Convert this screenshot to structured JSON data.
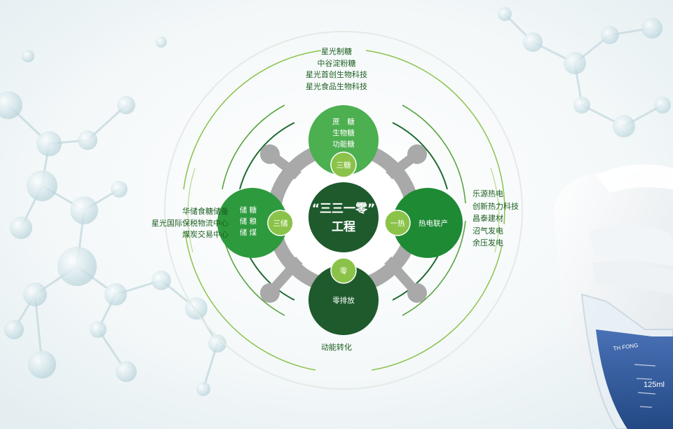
{
  "center": {
    "line1": "“三三一零”",
    "line2": "工程"
  },
  "nodes": {
    "sugar": {
      "items": [
        "蔗　糖",
        "生物糖",
        "功能糖"
      ],
      "tag": "三糖"
    },
    "storage": {
      "items": [
        "储 糖",
        "储 粮",
        "储 煤"
      ],
      "tag": "三储"
    },
    "heat": {
      "tag": "一热",
      "label": "热电联产"
    },
    "zero": {
      "tag": "零",
      "label": "零排放"
    }
  },
  "outer_labels": {
    "top": [
      "星光制糖",
      "中谷淀粉糖",
      "星光首创生物科技",
      "星光食品生物科技"
    ],
    "left": [
      "华储食糖储备",
      "星光国际保税物流中心",
      "煤炭交易中心"
    ],
    "right": [
      "乐源热电",
      "创新热力科技",
      "昌泰建材",
      "沼气发电",
      "余压发电"
    ],
    "bottom": "动能转化"
  },
  "bottle_text": {
    "brand": "TH FONG",
    "volume": "125ml"
  },
  "colors": {
    "dark_green": "#1e5a2c",
    "mid_green": "#2e9a3e",
    "light_green": "#4caf50",
    "lime": "#8bc34a",
    "gray": "#a9a9a9",
    "label_text": "#1b5e20"
  }
}
